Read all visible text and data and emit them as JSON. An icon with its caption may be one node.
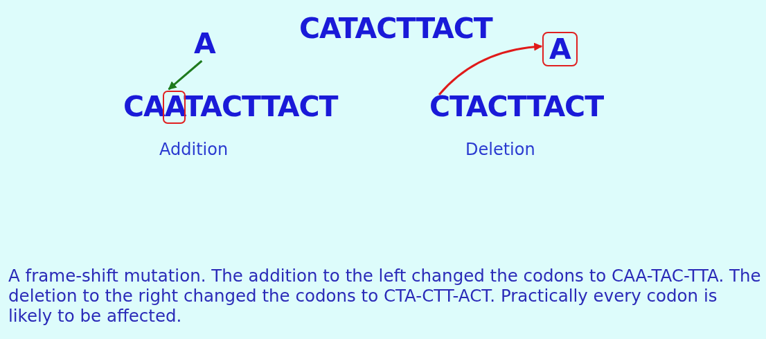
{
  "diagram": {
    "caption": "A frame-shift mutation. The addition to the left changed the codons to CAA-TAC-TTA. The deletion to the right changed the codons to CTA-CTT-ACT. Practically every codon is likely to be affected.",
    "nodes": [
      {
        "text": [
          "A"
        ]
      },
      {
        "text": [
          "CAATACTTACT"
        ],
        "beside": [
          "Addition"
        ]
      },
      {
        "text": [],
        "shape": "box",
        "in": 1
      },
      {
        "text": [
          "CTACTTACT"
        ],
        "beside": [
          "Deletion"
        ]
      },
      {
        "text": [
          "A"
        ]
      }
    ],
    "edges": [
      {
        "from": 0,
        "to": 2,
        "arrow": "to",
        "color": "#1e7a1e"
      },
      {
        "from": 3,
        "to": 4,
        "arrow": "to",
        "color": "#e01a1a"
      }
    ],
    "labels": [
      "CATACTTACT"
    ]
  }
}
